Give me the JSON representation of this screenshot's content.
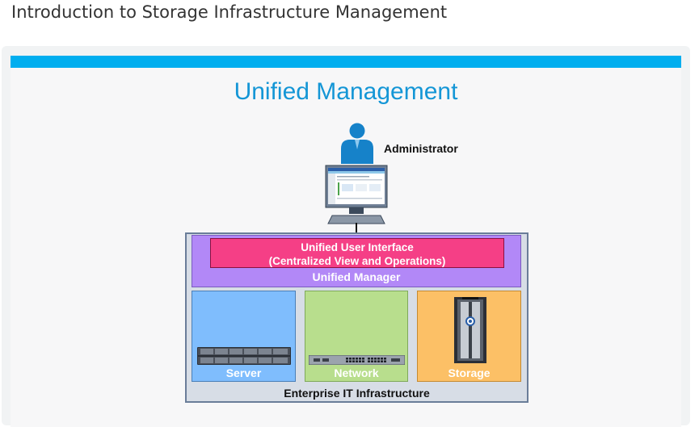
{
  "page": {
    "title": "Introduction to Storage Infrastructure Management"
  },
  "slide": {
    "title": "Unified Management",
    "administrator_label": "Administrator",
    "unified_ui": {
      "line1": "Unified User Interface",
      "line2": "(Centralized View and Operations)"
    },
    "unified_manager_label": "Unified Manager",
    "tiles": {
      "server": "Server",
      "network": "Network",
      "storage": "Storage"
    },
    "infrastructure_label": "Enterprise IT Infrastructure"
  },
  "colors": {
    "top_bar": "#00aeef",
    "title": "#1496d6",
    "manager": "#b288f7",
    "user_interface": "#f53f86",
    "server": "#7fbdfd",
    "network": "#b8de8d",
    "storage": "#fcc066",
    "infrastructure": "#d7dde6",
    "administrator_icon": "#1682c9"
  },
  "icons": {
    "administrator": "person-icon",
    "console": "monitor-icon",
    "server": "rack-server-icon",
    "network": "network-switch-icon",
    "storage": "storage-array-icon"
  }
}
